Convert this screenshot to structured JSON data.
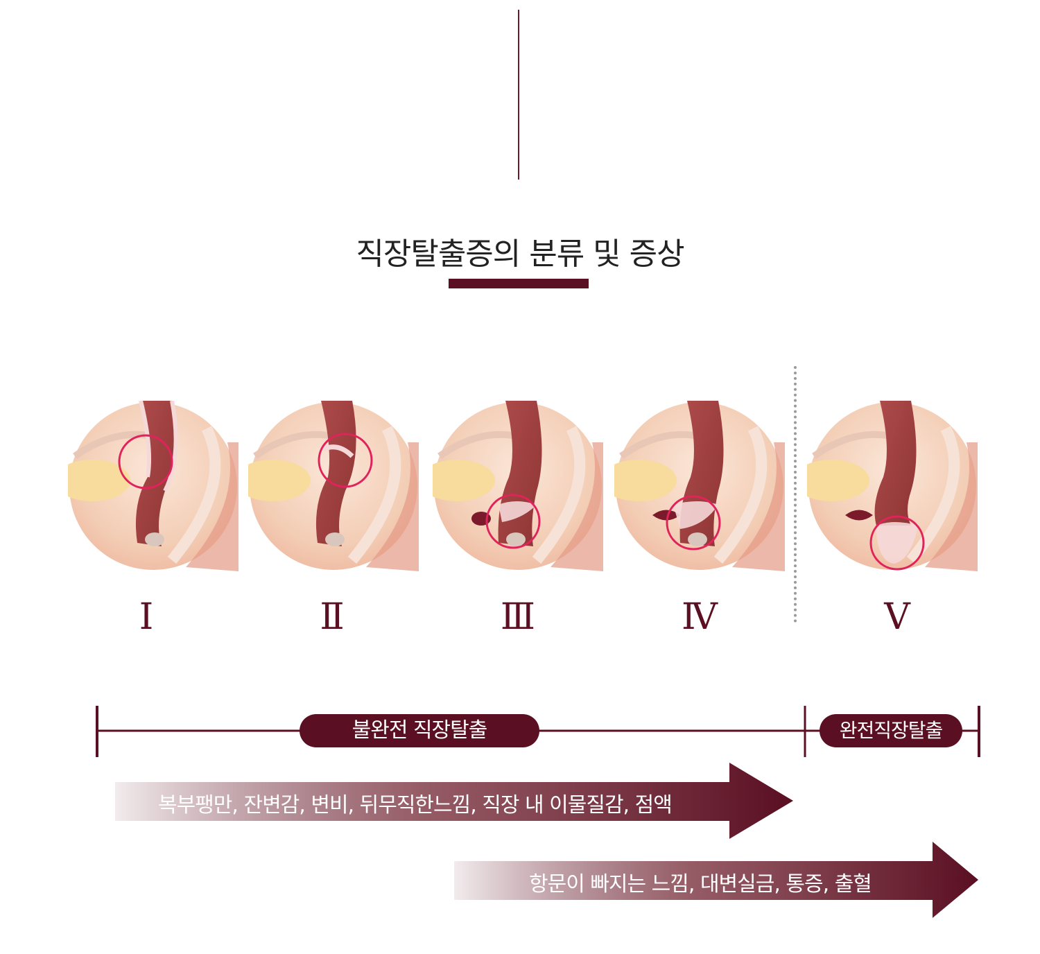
{
  "title": "직장탈출증의 분류 및 증상",
  "colors": {
    "accent": "#5a0f22",
    "highlight": "#e0235a",
    "tissue": "#a84a4a",
    "skin": "#f1c6a8"
  },
  "stages": [
    {
      "numeral": "Ⅰ"
    },
    {
      "numeral": "Ⅱ"
    },
    {
      "numeral": "Ⅲ"
    },
    {
      "numeral": "Ⅳ"
    },
    {
      "numeral": "Ⅴ"
    }
  ],
  "categories": {
    "incomplete": "불완전 직장탈출",
    "complete": "완전직장탈출"
  },
  "symptoms": {
    "early": "복부팽만, 잔변감, 변비, 뒤무직한느낌, 직장 내 이물질감, 점액",
    "late": "항문이 빠지는 느낌, 대변실금, 통증, 출혈"
  }
}
